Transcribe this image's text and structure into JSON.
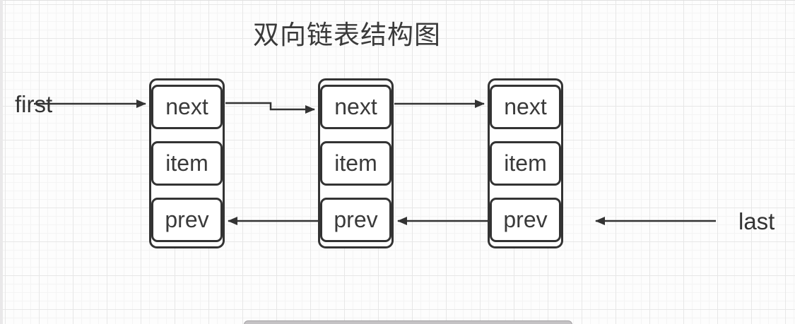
{
  "diagram": {
    "title": "双向链表结构图",
    "pointers": {
      "first": "first",
      "last": "last"
    },
    "nodes": [
      {
        "cells": [
          "next",
          "item",
          "prev"
        ]
      },
      {
        "cells": [
          "next",
          "item",
          "prev"
        ]
      },
      {
        "cells": [
          "next",
          "item",
          "prev"
        ]
      }
    ],
    "arrows": [
      "first-to-node1-next",
      "node1-next-to-node2",
      "node2-next-to-node3",
      "node2-prev-to-node1",
      "node3-prev-to-node2",
      "last-to-node3-prev"
    ],
    "colors": {
      "stroke": "#333333",
      "text": "#3a3a3a",
      "grid_minor": "#f4f4f4",
      "grid_major": "#e7e7e7",
      "background": "#fdfdfd",
      "scrollbar": "#c4c2c4"
    }
  }
}
